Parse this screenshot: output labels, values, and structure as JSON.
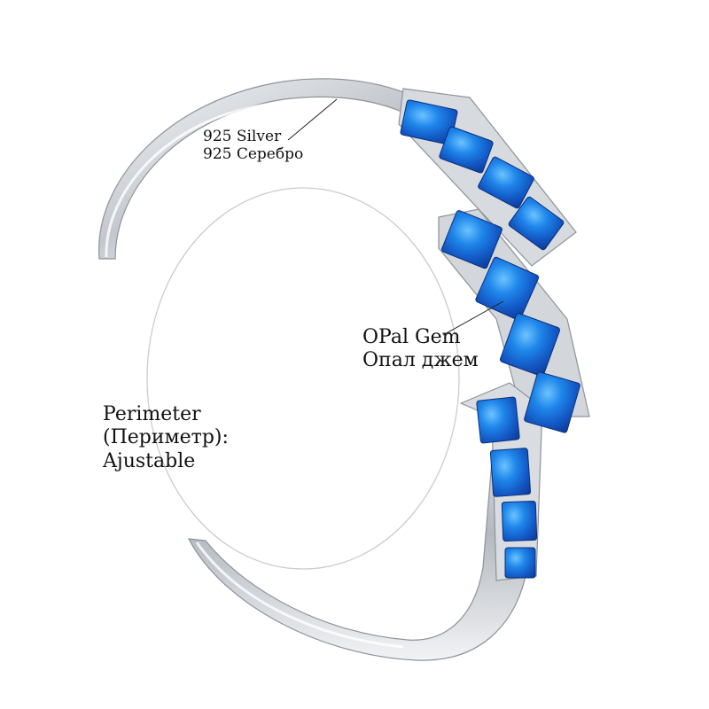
{
  "labels": {
    "silver_line1": "925 Silver",
    "silver_line2": "925 Серебро",
    "opal_line1": "OPal Gem",
    "opal_line2": "Опал джем",
    "perimeter_line1": "Perimeter",
    "perimeter_line2": "(Периметр):",
    "perimeter_line3": "Ajustable"
  },
  "colors": {
    "silver": "#c8ccd2",
    "opal_blue": "#1e6fd6",
    "text": "#111111"
  }
}
